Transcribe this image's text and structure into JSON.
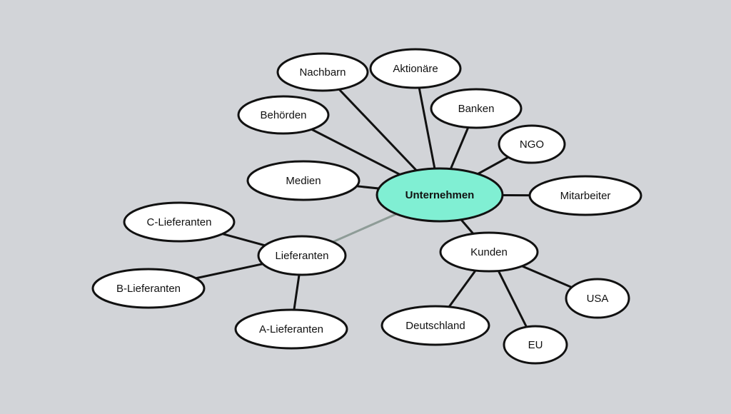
{
  "colors": {
    "background": "#d2d4d8",
    "center_fill": "#80efd3",
    "node_fill": "#ffffff",
    "edge": "#111111",
    "edge_muted": "#8e9c97"
  },
  "center": {
    "id": "unternehmen",
    "label": "Unternehmen"
  },
  "nodes": [
    {
      "id": "medien",
      "label": "Medien"
    },
    {
      "id": "behoerden",
      "label": "Behörden"
    },
    {
      "id": "nachbarn",
      "label": "Nachbarn"
    },
    {
      "id": "aktionaere",
      "label": "Aktionäre"
    },
    {
      "id": "banken",
      "label": "Banken"
    },
    {
      "id": "ngo",
      "label": "NGO"
    },
    {
      "id": "mitarbeiter",
      "label": "Mitarbeiter"
    },
    {
      "id": "kunden",
      "label": "Kunden"
    },
    {
      "id": "usa",
      "label": "USA"
    },
    {
      "id": "eu",
      "label": "EU"
    },
    {
      "id": "deutschland",
      "label": "Deutschland"
    },
    {
      "id": "lieferanten",
      "label": "Lieferanten"
    },
    {
      "id": "c-lieferanten",
      "label": "C-Lieferanten"
    },
    {
      "id": "b-lieferanten",
      "label": "B-Lieferanten"
    },
    {
      "id": "a-lieferanten",
      "label": "A-Lieferanten"
    }
  ],
  "edges": [
    {
      "from": "unternehmen",
      "to": "medien"
    },
    {
      "from": "unternehmen",
      "to": "behoerden"
    },
    {
      "from": "unternehmen",
      "to": "nachbarn"
    },
    {
      "from": "unternehmen",
      "to": "aktionaere"
    },
    {
      "from": "unternehmen",
      "to": "banken"
    },
    {
      "from": "unternehmen",
      "to": "ngo"
    },
    {
      "from": "unternehmen",
      "to": "mitarbeiter"
    },
    {
      "from": "unternehmen",
      "to": "kunden"
    },
    {
      "from": "unternehmen",
      "to": "lieferanten",
      "style": "muted"
    },
    {
      "from": "kunden",
      "to": "usa"
    },
    {
      "from": "kunden",
      "to": "eu"
    },
    {
      "from": "kunden",
      "to": "deutschland"
    },
    {
      "from": "lieferanten",
      "to": "c-lieferanten"
    },
    {
      "from": "lieferanten",
      "to": "b-lieferanten"
    },
    {
      "from": "lieferanten",
      "to": "a-lieferanten"
    }
  ]
}
